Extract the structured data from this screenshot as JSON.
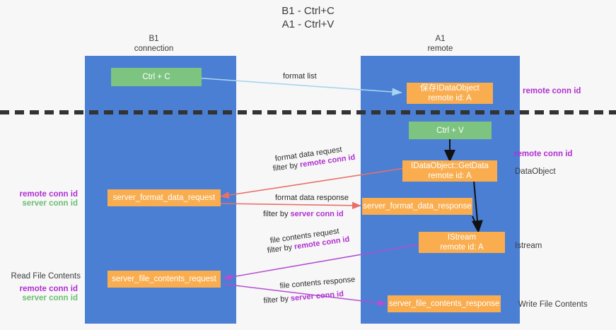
{
  "title": {
    "line1": "B1 - Ctrl+C",
    "line2": "A1 - Ctrl+V"
  },
  "lanes": [
    {
      "id": "b1",
      "name": "B1",
      "sub": "connection"
    },
    {
      "id": "a1",
      "name": "A1",
      "sub": "remote"
    }
  ],
  "nodes": {
    "ctrl_c": {
      "line1": "Ctrl + C",
      "line2": ""
    },
    "save_idataobject": {
      "line1": "保存IDataObject",
      "line2": "remote id: A"
    },
    "ctrl_v": {
      "line1": "Ctrl + V",
      "line2": ""
    },
    "idataobject_getdata": {
      "line1": "IDataObject::GetData",
      "line2": "remote id: A"
    },
    "server_format_data_request": {
      "line1": "server_format_data_request",
      "line2": ""
    },
    "server_format_data_response": {
      "line1": "server_format_data_response",
      "line2": ""
    },
    "istream": {
      "line1": "IStream",
      "line2": "remote id: A"
    },
    "server_file_contents_request": {
      "line1": "server_file_contents_request",
      "line2": ""
    },
    "server_file_contents_response": {
      "line1": "server_file_contents_response",
      "line2": ""
    }
  },
  "edge_labels": {
    "format_list": "format list",
    "format_data_request": "format data request",
    "format_data_request_filter_prefix": "filter by ",
    "format_data_request_filter_key": "remote conn id",
    "format_data_response": "format data response",
    "format_data_response_filter_prefix": "filter by ",
    "format_data_response_filter_key": "server conn id",
    "file_contents_request": "file contents request",
    "file_contents_request_filter_prefix": "filter by ",
    "file_contents_request_filter_key": "remote conn id",
    "file_contents_response": "file contents response",
    "file_contents_response_filter_prefix": "filter by ",
    "file_contents_response_filter_key": "server conn id"
  },
  "annotations": {
    "right_remote_conn_id_top": "remote conn id",
    "right_remote_conn_id_mid": "remote conn id",
    "right_dataobject": "DataObject",
    "right_istream": "Istream",
    "right_write_file_contents": "Write File Contents",
    "left_remote_conn_id_mid": "remote conn id",
    "left_server_conn_id_mid": "server conn id",
    "left_read_file_contents": "Read File Contents",
    "left_remote_conn_id_bottom": "remote conn id",
    "left_server_conn_id_bottom": "server conn id"
  },
  "colors": {
    "lane": "#4a7fd4",
    "node_green": "#7cc47f",
    "node_orange": "#f9ad4f",
    "magenta": "#b02fd0",
    "green_text": "#6bbf72",
    "arrow_lightblue": "#a8d4f0",
    "arrow_red": "#e8706a",
    "arrow_purple": "#b34fd0",
    "arrow_black": "#111111",
    "background": "#f7f7f7"
  }
}
